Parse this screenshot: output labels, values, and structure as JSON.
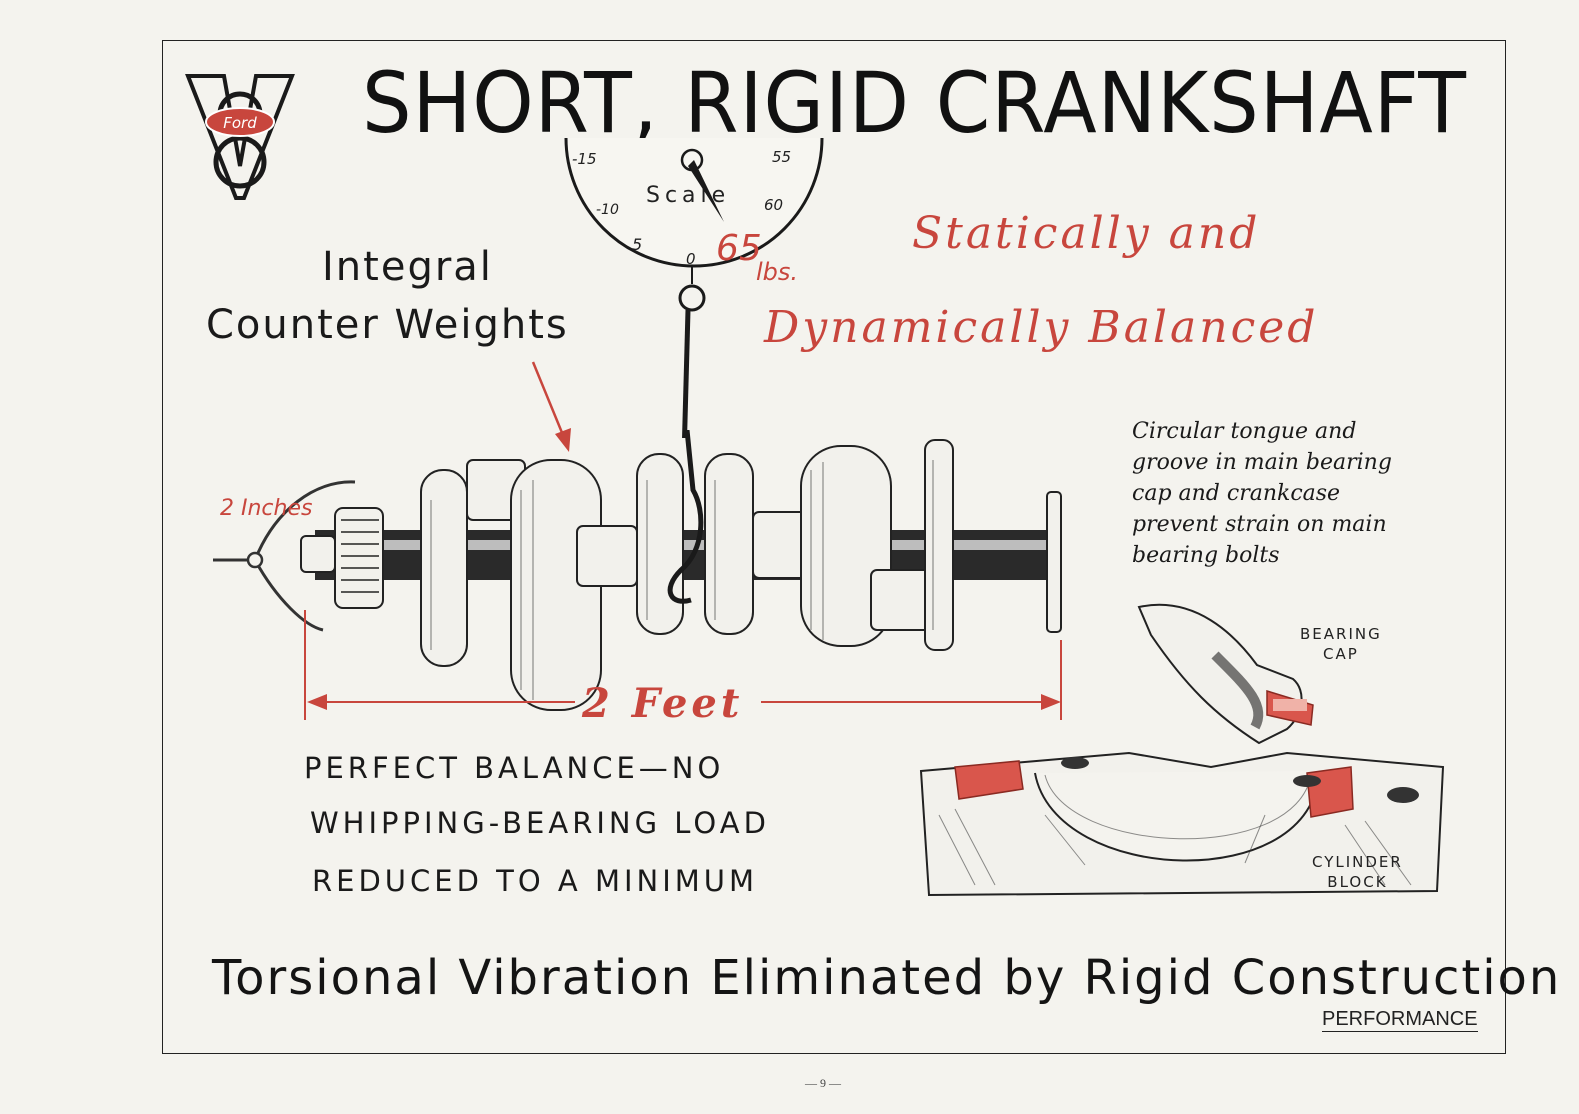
{
  "title": "SHORT, RIGID CRANKSHAFT",
  "logo": {
    "text": "Ford",
    "mark": "V8"
  },
  "scale": {
    "word": "Scale",
    "ticks": [
      "-15",
      "-10",
      "5",
      "0",
      "60",
      "55"
    ],
    "reading": "65",
    "unit": "lbs."
  },
  "integral_label": {
    "line1": "Integral",
    "line2": "Counter Weights"
  },
  "balanced": {
    "line1": "Statically and",
    "line2": "Dynamically Balanced"
  },
  "caption": "Circular tongue and groove in main bearing cap and crankcase prevent strain on main bearing bolts",
  "gear_label": "2 Inches",
  "length_label": "2 Feet",
  "bearing_cap_label": {
    "line1": "BEARING",
    "line2": "CAP"
  },
  "cylinder_block_label": {
    "line1": "CYLINDER",
    "line2": "BLOCK"
  },
  "perfect_balance": {
    "line1": "PERFECT BALANCE—NO",
    "line2": "WHIPPING-BEARING LOAD",
    "line3": "REDUCED TO A MINIMUM"
  },
  "footer_headline": "Torsional Vibration Eliminated by Rigid Construction",
  "section_label": "PERFORMANCE",
  "page_number": "— 9 —",
  "colors": {
    "accent_red": "#c8463d",
    "ink": "#141414",
    "paper": "#f4f3ee"
  }
}
